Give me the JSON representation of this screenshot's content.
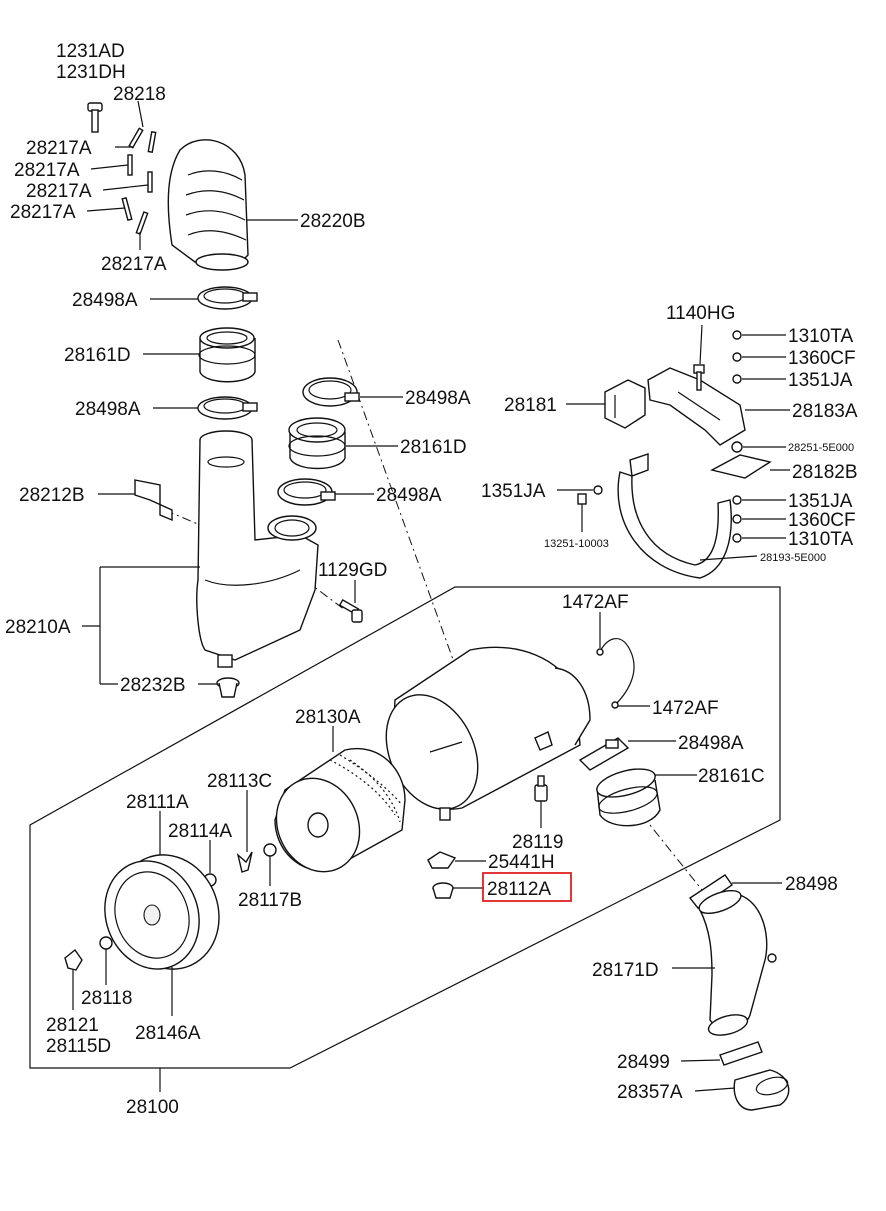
{
  "labels": {
    "l1231AD": "1231AD",
    "l1231DH": "1231DH",
    "l28218": "28218",
    "l28217A_1": "28217A",
    "l28217A_2": "28217A",
    "l28217A_3": "28217A",
    "l28217A_4": "28217A",
    "l28217A_5": "28217A",
    "l28220B": "28220B",
    "l28498A_1": "28498A",
    "l28161D_1": "28161D",
    "l28498A_2": "28498A",
    "l28498A_3": "28498A",
    "l28161D_2": "28161D",
    "l28498A_4": "28498A",
    "l28212B": "28212B",
    "l1129GD": "1129GD",
    "l28210A": "28210A",
    "l28232B": "28232B",
    "l1140HG": "1140HG",
    "l1310TA_1": "1310TA",
    "l1360CF_1": "1360CF",
    "l1351JA_1": "1351JA",
    "l28181": "28181",
    "l28183A": "28183A",
    "l28251": "28251-5E000",
    "l28182B": "28182B",
    "l1351JA_2": "1351JA",
    "l1351JA_3": "1351JA",
    "l1360CF_2": "1360CF",
    "l1310TA_2": "1310TA",
    "l13251": "13251-10003",
    "l28193": "28193-5E000",
    "l1472AF_1": "1472AF",
    "l1472AF_2": "1472AF",
    "l28130A": "28130A",
    "l28498A_5": "28498A",
    "l28161C": "28161C",
    "l28113C": "28113C",
    "l28111A": "28111A",
    "l28114A": "28114A",
    "l28119": "28119",
    "l25441H": "25441H",
    "l28112A": "28112A",
    "l28117B": "28117B",
    "l28498": "28498",
    "l28171D": "28171D",
    "l28118": "28118",
    "l28121": "28121",
    "l28115D": "28115D",
    "l28146A": "28146A",
    "l28499": "28499",
    "l28357A": "28357A",
    "l28100": "28100"
  },
  "highlight": {
    "part": "28112A",
    "color": "#e02020"
  }
}
